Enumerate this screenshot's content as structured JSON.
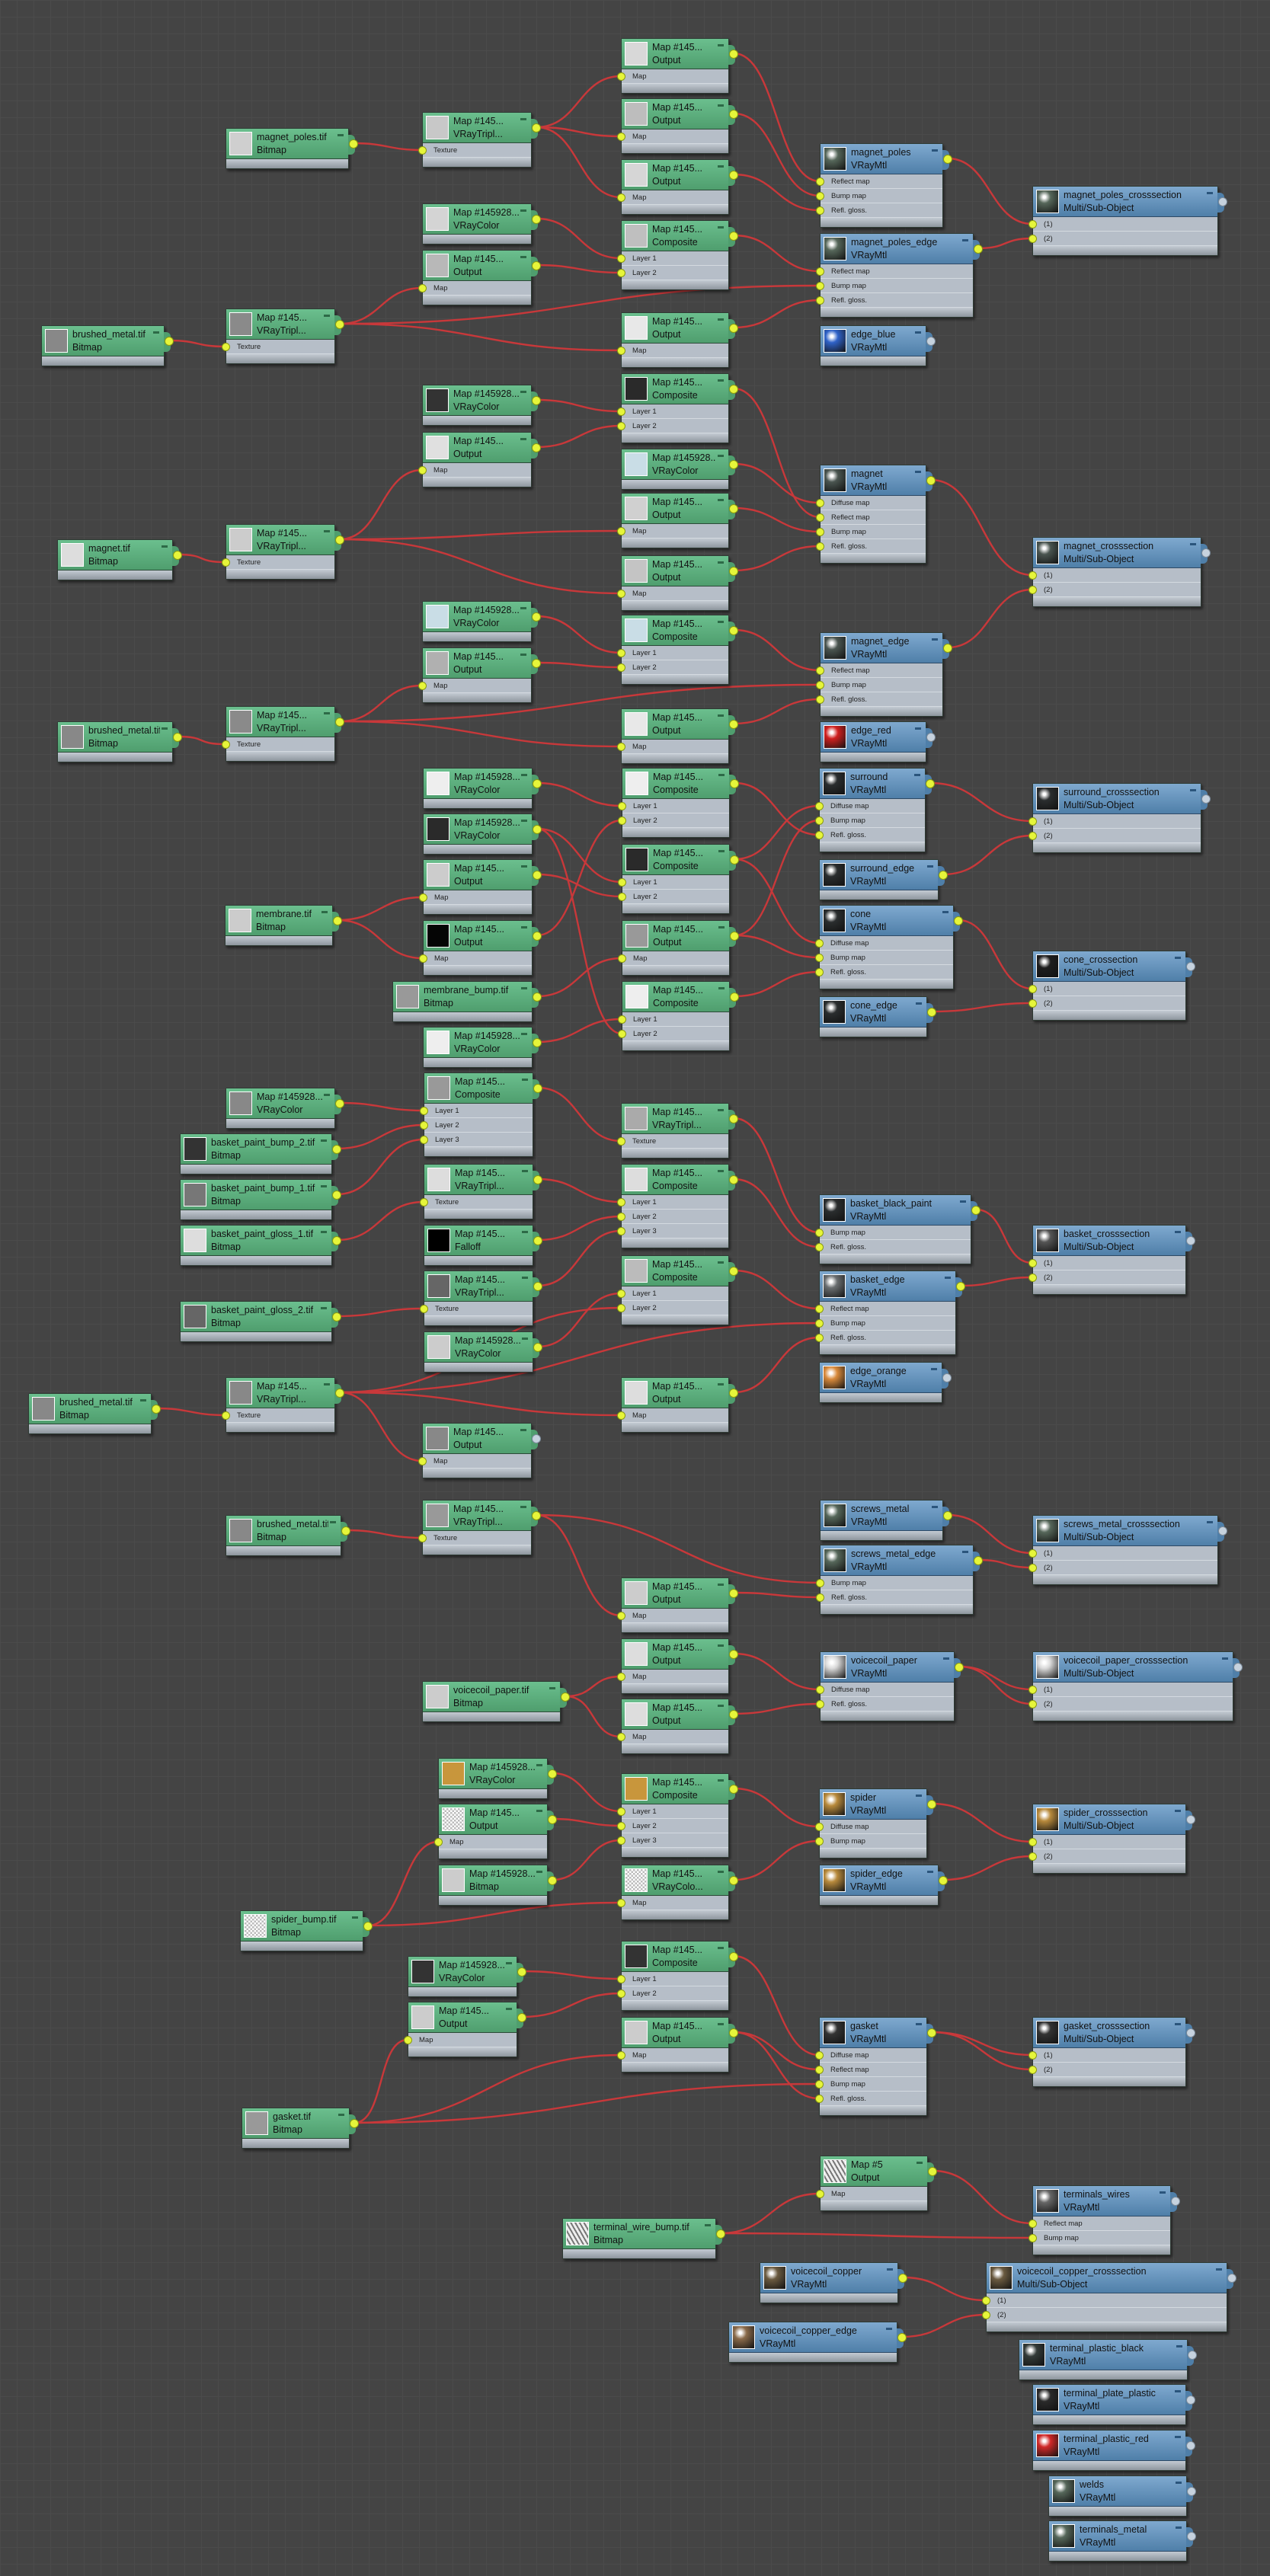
{
  "colors": {
    "wire": "#c8383a",
    "port": "#e6f53a",
    "map_header": "#5aae7e",
    "mtl_header": "#6593bd"
  },
  "nodes": [
    {
      "title": "magnet_poles.tif",
      "type": "Bitmap",
      "kind": "map",
      "slots": [],
      "swatch": "#cfcfcf"
    },
    {
      "title": "Map #145...",
      "type": "VRayTripl...",
      "kind": "map",
      "slots": [
        "Texture"
      ],
      "swatch": "#c8c8c8"
    },
    {
      "title": "Map #145...",
      "type": "Output",
      "kind": "map",
      "slots": [
        "Map"
      ],
      "swatch": "#d8d8d8"
    },
    {
      "title": "Map #145...",
      "type": "Output",
      "kind": "map",
      "slots": [
        "Map"
      ],
      "swatch": "#bdbdbd"
    },
    {
      "title": "Map #145...",
      "type": "Output",
      "kind": "map",
      "slots": [
        "Map"
      ],
      "swatch": "#d6d6d6"
    },
    {
      "title": "Map #145928...",
      "type": "VRayColor",
      "kind": "map",
      "slots": [],
      "swatch": "#d4d4d4"
    },
    {
      "title": "Map #145...",
      "type": "Output",
      "kind": "map",
      "slots": [
        "Map"
      ],
      "swatch": "#b8b8b8"
    },
    {
      "title": "Map #145...",
      "type": "Composite",
      "kind": "map",
      "slots": [
        "Layer 1",
        "Layer 2"
      ],
      "swatch": "#bfbfbf"
    },
    {
      "title": "brushed_metal.tif",
      "type": "Bitmap",
      "kind": "map",
      "slots": [],
      "swatch": "#888888"
    },
    {
      "title": "Map #145...",
      "type": "VRayTripl...",
      "kind": "map",
      "slots": [
        "Texture"
      ],
      "swatch": "#8a8a8a"
    },
    {
      "title": "Map #145...",
      "type": "Output",
      "kind": "map",
      "slots": [
        "Map"
      ],
      "swatch": "#e8e8e8"
    },
    {
      "title": "magnet_poles",
      "type": "VRayMtl",
      "kind": "mtl",
      "slots": [
        "Reflect map",
        "Bump map",
        "Refl. gloss."
      ],
      "swatch": "sphere:#56675a"
    },
    {
      "title": "magnet_poles_edge",
      "type": "VRayMtl",
      "kind": "mtl",
      "slots": [
        "Reflect map",
        "Bump map",
        "Refl. gloss."
      ],
      "swatch": "sphere:#56675a"
    },
    {
      "title": "edge_blue",
      "type": "VRayMtl",
      "kind": "mtl",
      "slots": [],
      "swatch": "sphere:#2f62c8"
    },
    {
      "title": "magnet_poles_crosssection",
      "type": "Multi/Sub-Object",
      "kind": "mtl",
      "slots": [
        "(1)",
        "(2)"
      ],
      "swatch": "sphere:#56675a"
    },
    {
      "title": "Map #145928...",
      "type": "VRayColor",
      "kind": "map",
      "slots": [],
      "swatch": "#333333"
    },
    {
      "title": "Map #145...",
      "type": "Output",
      "kind": "map",
      "slots": [
        "Map"
      ],
      "swatch": "#e0e0e0"
    },
    {
      "title": "Map #145...",
      "type": "Composite",
      "kind": "map",
      "slots": [
        "Layer 1",
        "Layer 2"
      ],
      "swatch": "#2a2a2a"
    },
    {
      "title": "Map #145928...",
      "type": "VRayColor",
      "kind": "map",
      "slots": [],
      "swatch": "#c9dde6"
    },
    {
      "title": "Map #145...",
      "type": "Output",
      "kind": "map",
      "slots": [
        "Map"
      ],
      "swatch": "#d0d0d0"
    },
    {
      "title": "Map #145...",
      "type": "Output",
      "kind": "map",
      "slots": [
        "Map"
      ],
      "swatch": "#c4c4c4"
    },
    {
      "title": "magnet.tif",
      "type": "Bitmap",
      "kind": "map",
      "slots": [],
      "swatch": "#dddddd"
    },
    {
      "title": "Map #145...",
      "type": "VRayTripl...",
      "kind": "map",
      "slots": [
        "Texture"
      ],
      "swatch": "#cccccc"
    },
    {
      "title": "magnet",
      "type": "VRayMtl",
      "kind": "mtl",
      "slots": [
        "Diffuse map",
        "Reflect map",
        "Bump map",
        "Refl. gloss."
      ],
      "swatch": "sphere:#4a5550"
    },
    {
      "title": "magnet_crosssection",
      "type": "Multi/Sub-Object",
      "kind": "mtl",
      "slots": [
        "(1)",
        "(2)"
      ],
      "swatch": "sphere:#4a5550"
    },
    {
      "title": "Map #145928...",
      "type": "VRayColor",
      "kind": "map",
      "slots": [],
      "swatch": "#c9dde6"
    },
    {
      "title": "Map #145...",
      "type": "Output",
      "kind": "map",
      "slots": [
        "Map"
      ],
      "swatch": "#b0b0b0"
    },
    {
      "title": "Map #145...",
      "type": "Composite",
      "kind": "map",
      "slots": [
        "Layer 1",
        "Layer 2"
      ],
      "swatch": "#c9dde6"
    },
    {
      "title": "brushed_metal.tif",
      "type": "Bitmap",
      "kind": "map",
      "slots": [],
      "swatch": "#888888"
    },
    {
      "title": "Map #145...",
      "type": "VRayTripl...",
      "kind": "map",
      "slots": [
        "Texture"
      ],
      "swatch": "#8a8a8a"
    },
    {
      "title": "Map #145...",
      "type": "Output",
      "kind": "map",
      "slots": [
        "Map"
      ],
      "swatch": "#e8e8e8"
    },
    {
      "title": "magnet_edge",
      "type": "VRayMtl",
      "kind": "mtl",
      "slots": [
        "Reflect map",
        "Bump map",
        "Refl. gloss."
      ],
      "swatch": "sphere:#4a5550"
    },
    {
      "title": "edge_red",
      "type": "VRayMtl",
      "kind": "mtl",
      "slots": [],
      "swatch": "sphere:#d02020"
    },
    {
      "title": "Map #145928...",
      "type": "VRayColor",
      "kind": "map",
      "slots": [],
      "swatch": "#eeeeee"
    },
    {
      "title": "Map #145928...",
      "type": "VRayColor",
      "kind": "map",
      "slots": [],
      "swatch": "#2a2a2a"
    },
    {
      "title": "Map #145...",
      "type": "Output",
      "kind": "map",
      "slots": [
        "Map"
      ],
      "swatch": "#cccccc"
    },
    {
      "title": "Map #145...",
      "type": "Output",
      "kind": "map",
      "slots": [
        "Map"
      ],
      "swatch": "#050505"
    },
    {
      "title": "membrane.tif",
      "type": "Bitmap",
      "kind": "map",
      "slots": [],
      "swatch": "#cccccc"
    },
    {
      "title": "membrane_bump.tif",
      "type": "Bitmap",
      "kind": "map",
      "slots": [],
      "swatch": "#999999"
    },
    {
      "title": "Map #145928...",
      "type": "VRayColor",
      "kind": "map",
      "slots": [],
      "swatch": "#eeeeee"
    },
    {
      "title": "Map #145...",
      "type": "Composite",
      "kind": "map",
      "slots": [
        "Layer 1",
        "Layer 2"
      ],
      "swatch": "#eeeeee"
    },
    {
      "title": "Map #145...",
      "type": "Composite",
      "kind": "map",
      "slots": [
        "Layer 1",
        "Layer 2"
      ],
      "swatch": "#2a2a2a"
    },
    {
      "title": "Map #145...",
      "type": "Output",
      "kind": "map",
      "slots": [
        "Map"
      ],
      "swatch": "#999999"
    },
    {
      "title": "Map #145...",
      "type": "Composite",
      "kind": "map",
      "slots": [
        "Layer 1",
        "Layer 2"
      ],
      "swatch": "#eeeeee"
    },
    {
      "title": "surround",
      "type": "VRayMtl",
      "kind": "mtl",
      "slots": [
        "Diffuse map",
        "Bump map",
        "Refl. gloss."
      ],
      "swatch": "sphere:#2a2d2e"
    },
    {
      "title": "surround_edge",
      "type": "VRayMtl",
      "kind": "mtl",
      "slots": [],
      "swatch": "sphere:#2a2d2e"
    },
    {
      "title": "cone",
      "type": "VRayMtl",
      "kind": "mtl",
      "slots": [
        "Diffuse map",
        "Bump map",
        "Refl. gloss."
      ],
      "swatch": "sphere:#2a2d2e"
    },
    {
      "title": "cone_edge",
      "type": "VRayMtl",
      "kind": "mtl",
      "slots": [],
      "swatch": "sphere:#2a2d2e"
    },
    {
      "title": "surround_crosssection",
      "type": "Multi/Sub-Object",
      "kind": "mtl",
      "slots": [
        "(1)",
        "(2)"
      ],
      "swatch": "sphere:#2a2d2e"
    },
    {
      "title": "cone_crossection",
      "type": "Multi/Sub-Object",
      "kind": "mtl",
      "slots": [
        "(1)",
        "(2)"
      ],
      "swatch": "sphere:#1e1e1e"
    },
    {
      "title": "Map #145928...",
      "type": "VRayColor",
      "kind": "map",
      "slots": [],
      "swatch": "#888888"
    },
    {
      "title": "basket_paint_bump_2.tif",
      "type": "Bitmap",
      "kind": "map",
      "slots": [],
      "swatch": "#333333"
    },
    {
      "title": "basket_paint_bump_1.tif",
      "type": "Bitmap",
      "kind": "map",
      "slots": [],
      "swatch": "#777777"
    },
    {
      "title": "basket_paint_gloss_1.tif",
      "type": "Bitmap",
      "kind": "map",
      "slots": [],
      "swatch": "#dddddd"
    },
    {
      "title": "basket_paint_gloss_2.tif",
      "type": "Bitmap",
      "kind": "map",
      "slots": [],
      "swatch": "#666666"
    },
    {
      "title": "Map #145...",
      "type": "Composite",
      "kind": "map",
      "slots": [
        "Layer 1",
        "Layer 2",
        "Layer 3"
      ],
      "swatch": "#999999"
    },
    {
      "title": "Map #145...",
      "type": "VRayTripl...",
      "kind": "map",
      "slots": [
        "Texture"
      ],
      "swatch": "#dddddd"
    },
    {
      "title": "Map #145...",
      "type": "Falloff",
      "kind": "map",
      "slots": [],
      "swatch": "#000000"
    },
    {
      "title": "Map #145...",
      "type": "VRayTripl...",
      "kind": "map",
      "slots": [
        "Texture"
      ],
      "swatch": "#666666"
    },
    {
      "title": "Map #145928...",
      "type": "VRayColor",
      "kind": "map",
      "slots": [],
      "swatch": "#cccccc"
    },
    {
      "title": "Map #145...",
      "type": "VRayTripl...",
      "kind": "map",
      "slots": [
        "Texture"
      ],
      "swatch": "#aaaaaa"
    },
    {
      "title": "Map #145...",
      "type": "Composite",
      "kind": "map",
      "slots": [
        "Layer 1",
        "Layer 2",
        "Layer 3"
      ],
      "swatch": "#dddddd"
    },
    {
      "title": "Map #145...",
      "type": "Composite",
      "kind": "map",
      "slots": [
        "Layer 1",
        "Layer 2"
      ],
      "swatch": "#bbbbbb"
    },
    {
      "title": "Map #145...",
      "type": "Output",
      "kind": "map",
      "slots": [
        "Map"
      ],
      "swatch": "#dddddd"
    },
    {
      "title": "Map #145...",
      "type": "VRayTripl...",
      "kind": "map",
      "slots": [
        "Texture"
      ],
      "swatch": "#888888"
    },
    {
      "title": "brushed_metal.tif",
      "type": "Bitmap",
      "kind": "map",
      "slots": [],
      "swatch": "#888888"
    },
    {
      "title": "Map #145...",
      "type": "Output",
      "kind": "map",
      "slots": [
        "Map"
      ],
      "swatch": "#888888"
    },
    {
      "title": "basket_black_paint",
      "type": "VRayMtl",
      "kind": "mtl",
      "slots": [
        "Bump map",
        "Refl. gloss."
      ],
      "swatch": "sphere:#2a2d2e"
    },
    {
      "title": "basket_edge",
      "type": "VRayMtl",
      "kind": "mtl",
      "slots": [
        "Reflect map",
        "Bump map",
        "Refl. gloss."
      ],
      "swatch": "sphere:#6a6e70"
    },
    {
      "title": "edge_orange",
      "type": "VRayMtl",
      "kind": "mtl",
      "slots": [],
      "swatch": "sphere:#d98a3c"
    },
    {
      "title": "basket_crosssection",
      "type": "Multi/Sub-Object",
      "kind": "mtl",
      "slots": [
        "(1)",
        "(2)"
      ],
      "swatch": "sphere:#555555"
    },
    {
      "title": "brushed_metal.tif",
      "type": "Bitmap",
      "kind": "map",
      "slots": [],
      "swatch": "#888888"
    },
    {
      "title": "Map #145...",
      "type": "VRayTripl...",
      "kind": "map",
      "slots": [
        "Texture"
      ],
      "swatch": "#999999"
    },
    {
      "title": "Map #145...",
      "type": "Output",
      "kind": "map",
      "slots": [
        "Map"
      ],
      "swatch": "#cccccc"
    },
    {
      "title": "screws_metal",
      "type": "VRayMtl",
      "kind": "mtl",
      "slots": [],
      "swatch": "sphere:#56675a"
    },
    {
      "title": "screws_metal_edge",
      "type": "VRayMtl",
      "kind": "mtl",
      "slots": [
        "Bump map",
        "Refl. gloss."
      ],
      "swatch": "sphere:#56675a"
    },
    {
      "title": "screws_metal_crosssection",
      "type": "Multi/Sub-Object",
      "kind": "mtl",
      "slots": [
        "(1)",
        "(2)"
      ],
      "swatch": "sphere:#56675a"
    },
    {
      "title": "Map #145...",
      "type": "Output",
      "kind": "map",
      "slots": [
        "Map"
      ],
      "swatch": "#dddddd"
    },
    {
      "title": "Map #145...",
      "type": "Output",
      "kind": "map",
      "slots": [
        "Map"
      ],
      "swatch": "#dddddd"
    },
    {
      "title": "voicecoil_paper.tif",
      "type": "Bitmap",
      "kind": "map",
      "slots": [],
      "swatch": "#cccccc"
    },
    {
      "title": "voicecoil_paper",
      "type": "VRayMtl",
      "kind": "mtl",
      "slots": [
        "Diffuse map",
        "Refl. gloss."
      ],
      "swatch": "sphere:#d8d8d8"
    },
    {
      "title": "voicecoil_paper_crosssection",
      "type": "Multi/Sub-Object",
      "kind": "mtl",
      "slots": [
        "(1)",
        "(2)"
      ],
      "swatch": "sphere:#d8d8d8"
    },
    {
      "title": "Map #145928...",
      "type": "VRayColor",
      "kind": "map",
      "slots": [],
      "swatch": "#c8963c"
    },
    {
      "title": "Map #145...",
      "type": "Output",
      "kind": "map",
      "slots": [
        "Map"
      ],
      "swatch": "checker"
    },
    {
      "title": "Map #145928...",
      "type": "Bitmap",
      "kind": "map",
      "slots": [],
      "swatch": "#cccccc"
    },
    {
      "title": "Map #145...",
      "type": "Composite",
      "kind": "map",
      "slots": [
        "Layer 1",
        "Layer 2",
        "Layer 3"
      ],
      "swatch": "#c8963c"
    },
    {
      "title": "Map #145...",
      "type": "VRayColo...",
      "kind": "map",
      "slots": [
        "Map"
      ],
      "swatch": "checker"
    },
    {
      "title": "spider_bump.tif",
      "type": "Bitmap",
      "kind": "map",
      "slots": [],
      "swatch": "checker"
    },
    {
      "title": "spider",
      "type": "VRayMtl",
      "kind": "mtl",
      "slots": [
        "Diffuse map",
        "Bump map"
      ],
      "swatch": "sphere:#b88a3c"
    },
    {
      "title": "spider_edge",
      "type": "VRayMtl",
      "kind": "mtl",
      "slots": [],
      "swatch": "sphere:#b88a3c"
    },
    {
      "title": "spider_crosssection",
      "type": "Multi/Sub-Object",
      "kind": "mtl",
      "slots": [
        "(1)",
        "(2)"
      ],
      "swatch": "sphere:#b88a3c"
    },
    {
      "title": "Map #145928...",
      "type": "VRayColor",
      "kind": "map",
      "slots": [],
      "swatch": "#333333"
    },
    {
      "title": "Map #145...",
      "type": "Output",
      "kind": "map",
      "slots": [
        "Map"
      ],
      "swatch": "#cccccc"
    },
    {
      "title": "Map #145...",
      "type": "Composite",
      "kind": "map",
      "slots": [
        "Layer 1",
        "Layer 2"
      ],
      "swatch": "#333333"
    },
    {
      "title": "Map #145...",
      "type": "Output",
      "kind": "map",
      "slots": [
        "Map"
      ],
      "swatch": "#cccccc"
    },
    {
      "title": "gasket.tif",
      "type": "Bitmap",
      "kind": "map",
      "slots": [],
      "swatch": "#999999"
    },
    {
      "title": "gasket",
      "type": "VRayMtl",
      "kind": "mtl",
      "slots": [
        "Diffuse map",
        "Reflect map",
        "Bump map",
        "Refl. gloss."
      ],
      "swatch": "sphere:#333333"
    },
    {
      "title": "gasket_crosssection",
      "type": "Multi/Sub-Object",
      "kind": "mtl",
      "slots": [
        "(1)",
        "(2)"
      ],
      "swatch": "sphere:#333333"
    },
    {
      "title": "Map #5",
      "type": "Output",
      "kind": "map",
      "slots": [
        "Map"
      ],
      "swatch": "stripes"
    },
    {
      "title": "terminal_wire_bump.tif",
      "type": "Bitmap",
      "kind": "map",
      "slots": [],
      "swatch": "stripes"
    },
    {
      "title": "terminals_wires",
      "type": "VRayMtl",
      "kind": "mtl",
      "slots": [
        "Reflect map",
        "Bump map"
      ],
      "swatch": "sphere:#666666"
    },
    {
      "title": "voicecoil_copper",
      "type": "VRayMtl",
      "kind": "mtl",
      "slots": [],
      "swatch": "sphere:#6a5a40"
    },
    {
      "title": "voicecoil_copper_edge",
      "type": "VRayMtl",
      "kind": "mtl",
      "slots": [],
      "swatch": "sphere:#8a6a4a"
    },
    {
      "title": "voicecoil_copper_crosssection",
      "type": "Multi/Sub-Object",
      "kind": "mtl",
      "slots": [
        "(1)",
        "(2)"
      ],
      "swatch": "sphere:#6a5a40"
    },
    {
      "title": "terminal_plastic_black",
      "type": "VRayMtl",
      "kind": "mtl",
      "slots": [],
      "swatch": "sphere:#333a38"
    },
    {
      "title": "terminal_plate_plastic",
      "type": "VRayMtl",
      "kind": "mtl",
      "slots": [],
      "swatch": "sphere:#2a2a2a"
    },
    {
      "title": "terminal_plastic_red",
      "type": "VRayMtl",
      "kind": "mtl",
      "slots": [],
      "swatch": "sphere:#d02828"
    },
    {
      "title": "welds",
      "type": "VRayMtl",
      "kind": "mtl",
      "slots": [],
      "swatch": "sphere:#56675a"
    },
    {
      "title": "terminals_metal",
      "type": "VRayMtl",
      "kind": "mtl",
      "slots": [],
      "swatch": "sphere:#56675a"
    }
  ]
}
